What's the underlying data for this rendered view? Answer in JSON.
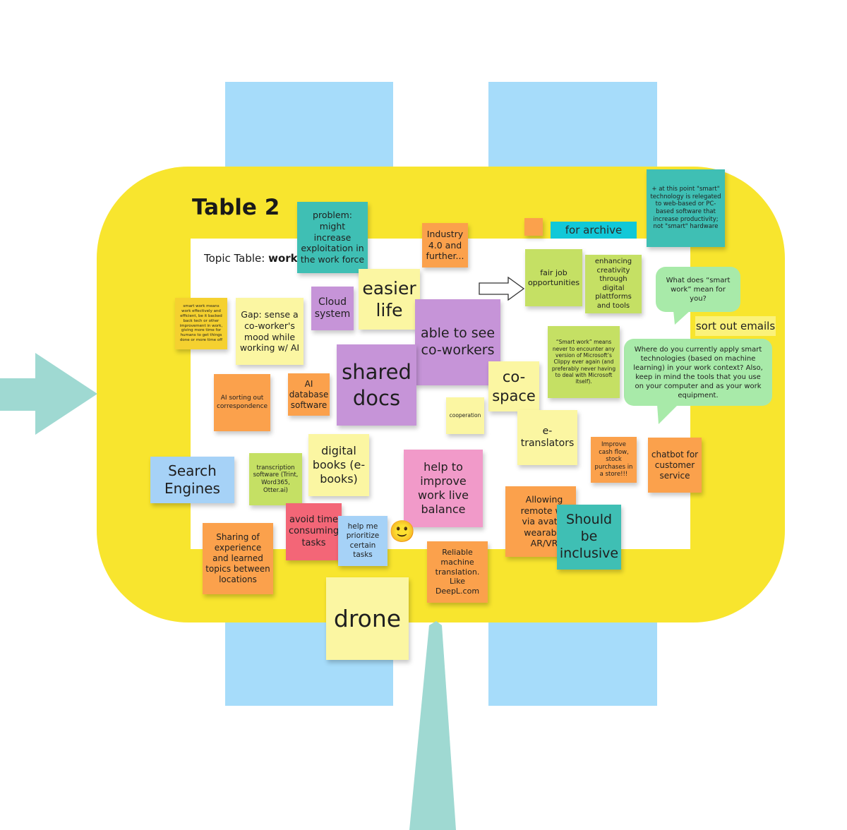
{
  "board": {
    "title": "Table 2",
    "topic_prefix": "Topic Table: ",
    "topic_name": "work"
  },
  "colors": {
    "table": "#f8e52e",
    "chair": "#a6dcfa",
    "arrow": "#9fd9d2",
    "cyan_label": "#11c8d8"
  },
  "labels": {
    "for_archive": "for archive",
    "sort_out_emails": "sort out emails"
  },
  "bubbles": {
    "smart_work_question": "What does “smart work” mean for you?",
    "apply_question": "Where do you currently apply smart technologies (based on machine learning) in your work context? Also, keep in mind the tools that you use on your computer and as your work equipment."
  },
  "notes": {
    "problem": "problem:\nmight increase exploitation in the work force",
    "industry": "Industry 4.0 and further...",
    "smart_point": "+ at this point \"smart\" technology is relegated to web-based or PC-based software that increase productivity; not \"smart\" hardware",
    "fair_job": "fair job opportunities",
    "enhancing": "enhancing creativity through digital plattforms and tools",
    "smart_means_efficient": "smart work means work effectively and efficient, be it backed back tech or other improvement in work, giving more time for humans to get things done or more time off",
    "gap": "Gap: sense a co-worker's mood while working w/ AI",
    "cloud": "Cloud system",
    "easier": "easier life",
    "able_to_see": "able to see co-workers",
    "clippy": "“Smart work” means never to encounter any version of Microsoft’s Clippy ever again (and preferably never having to deal with Microsoft itself).",
    "ai_sorting": "AI sorting out correspondence",
    "ai_database": "AI database software",
    "shared_docs": "shared docs",
    "co_space": "co-space",
    "cooperation": "cooperation",
    "e_translators": "e-translators",
    "improve_cash": "Improve cash flow, stock purchases in a store!!!",
    "chatbot": "chatbot for customer service",
    "search": "Search Engines",
    "transcription": "transcription software (Trint, Word365, Otter.ai)",
    "digital_books": "digital books (e-books)",
    "help_improve": "help to improve work live balance",
    "allowing": "Allowing remote wo via avatar wearable AR/VR",
    "inclusive": "Should be inclusive",
    "avoid_time": "avoid time consuming tasks",
    "prioritize": "help me prioritize certain tasks",
    "sharing": "Sharing of experience  and learned topics between locations",
    "reliable": "Reliable machine translation. Like DeepL.com",
    "drone": "drone"
  },
  "icons": {
    "smiley": "🙂",
    "outline_arrow": "right-arrow-outline-icon"
  }
}
